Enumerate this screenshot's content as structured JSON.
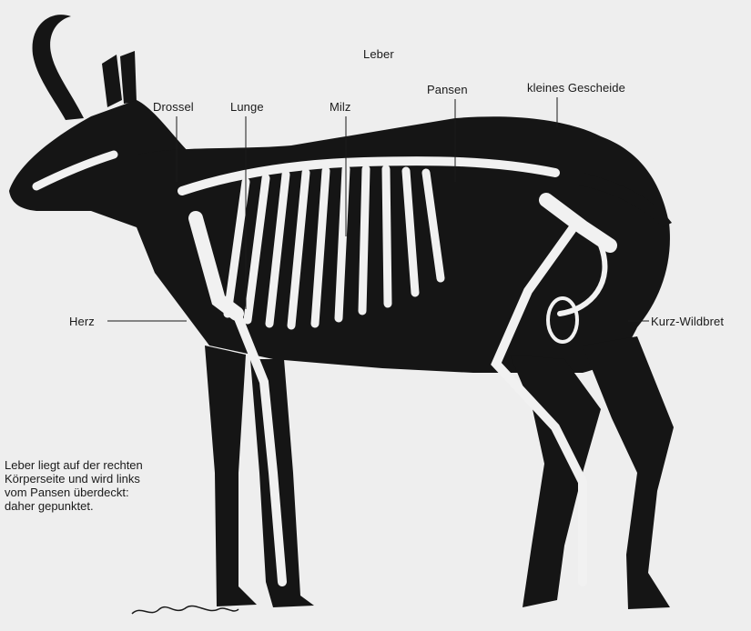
{
  "labels": {
    "leber": "Leber",
    "drossel": "Drossel",
    "lunge": "Lunge",
    "milz": "Milz",
    "pansen": "Pansen",
    "kleines_gescheide": "kleines Gescheide",
    "herz": "Herz",
    "kurz_wildbret": "Kurz-Wildbret"
  },
  "note": {
    "lines": [
      "Leber liegt auf der rechten",
      "Körperseite und wird links",
      "vom Pansen überdeckt:",
      "daher gepunktet."
    ]
  },
  "colors": {
    "background": "#eeeeee",
    "animal": "#151515",
    "skeleton": "#f1f1f1",
    "text": "#1a1a1a"
  }
}
